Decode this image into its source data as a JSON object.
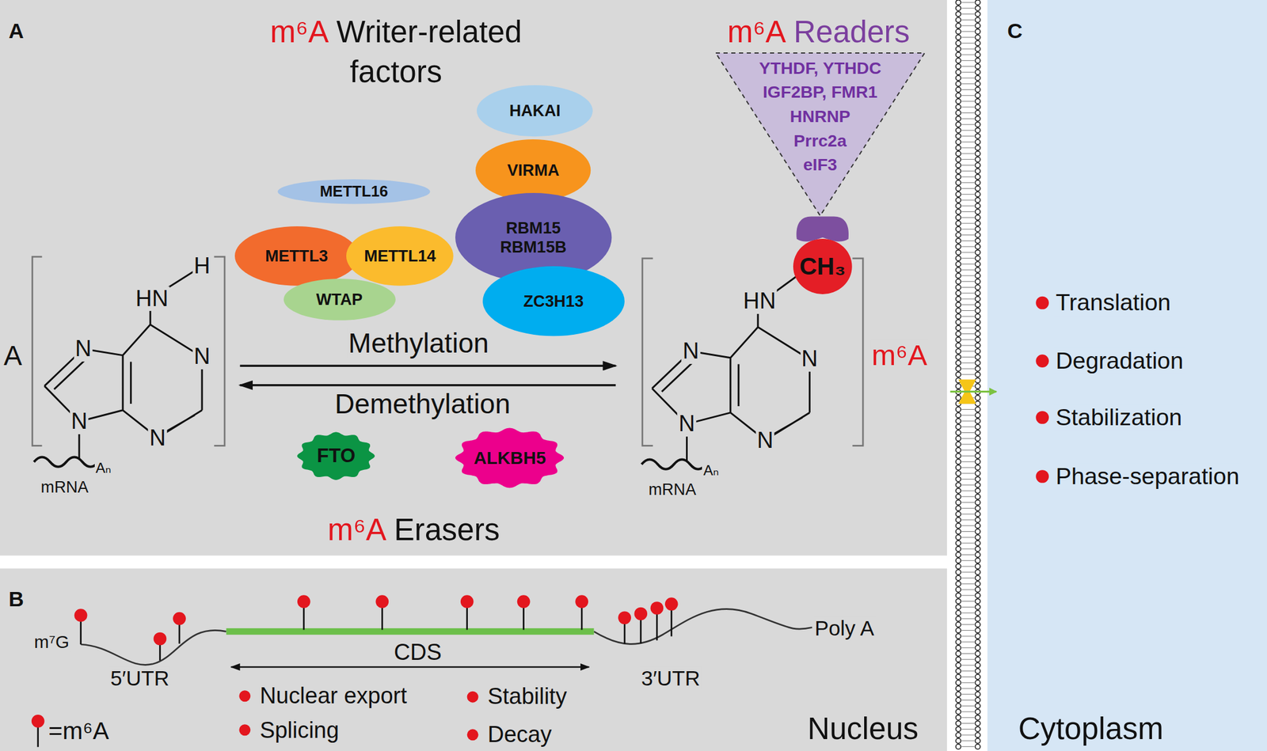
{
  "diagram": {
    "nodes": [
      {
        "text": [
          "A"
        ]
      },
      {
        "text": [
          "YTHDF, YTHDC",
          "IGF2BP, FMR1",
          "HNRNP",
          "Prrc2a",
          "eIF3"
        ],
        "in": 0
      },
      {
        "text": [
          "HAKAI"
        ],
        "in": 0
      },
      {
        "text": [
          "VIRMA"
        ],
        "in": 0
      },
      {
        "text": [
          "METTL16"
        ],
        "in": 0
      },
      {
        "text": [
          "RBM15",
          "RBM15B"
        ],
        "in": 0
      },
      {
        "text": [
          "METTL3"
        ],
        "in": 0
      },
      {
        "text": [
          "METTL14"
        ],
        "in": 0
      },
      {
        "text": [
          "CH₃"
        ],
        "in": 0
      },
      {
        "text": [
          "WTAP"
        ],
        "in": 0
      },
      {
        "text": [
          "ZC3H13"
        ],
        "in": 0
      },
      {
        "text": [
          "FTO"
        ],
        "in": 0
      },
      {
        "text": [
          "ALKBH5"
        ],
        "in": 0
      },
      {
        "text": [
          "B",
          "Nucleus"
        ]
      },
      {
        "text": [
          "C",
          "Cytoplasm"
        ]
      }
    ],
    "labels": [
      "m⁶A",
      "Writer-related factors",
      "m⁶A",
      "Readers",
      "m⁶A",
      "Erasers",
      "Methylation",
      "Demethylation",
      "H",
      "HN",
      "N",
      "N",
      "N",
      "N",
      "A",
      "Aₙ",
      "mRNA",
      "HN",
      "N",
      "N",
      "N",
      "N",
      "Aₙ",
      "mRNA",
      "m⁶A",
      "m⁷G",
      "5′UTR",
      "CDS",
      "3′UTR",
      "Poly A",
      "Nuclear export",
      "Splicing",
      "Stability",
      "Decay",
      "Translation",
      "Degradation",
      "Stabilization",
      "Phase-separation"
    ],
    "legend": [
      {
        "text": "=m⁶A"
      }
    ]
  }
}
